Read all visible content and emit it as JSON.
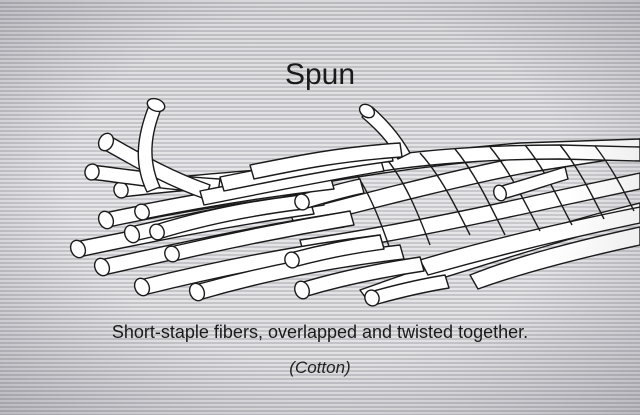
{
  "title": "Spun",
  "caption": "Short-staple fibers, overlapped and twisted together.",
  "subcaption": "(Cotton)",
  "colors": {
    "ink": "#1a1a1a",
    "fiber_fill": "#ffffff",
    "background": "#cfcfd2"
  }
}
